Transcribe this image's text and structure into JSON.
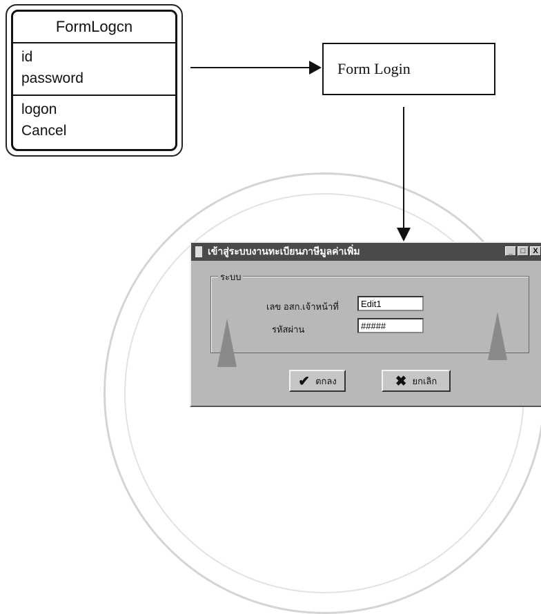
{
  "uml_class": {
    "name": "FormLogcn",
    "attributes": [
      "id",
      "password"
    ],
    "operations": [
      "logon",
      "Cancel"
    ]
  },
  "form_box": {
    "label": "Form Login"
  },
  "dialog": {
    "title": "เข้าสู่ระบบงานทะเบียนภาษีมูลค่าเพิ่ม",
    "group_label": "ระบบ",
    "id_label": "เลข อสก.เจ้าหน้าที่",
    "id_value": "Edit1",
    "password_label": "รหัสผ่าน",
    "password_value": "#####",
    "ok_label": "ตกลง",
    "cancel_label": "ยกเลิก",
    "minimize_glyph": "_",
    "maximize_glyph": "□",
    "close_glyph": "X"
  }
}
